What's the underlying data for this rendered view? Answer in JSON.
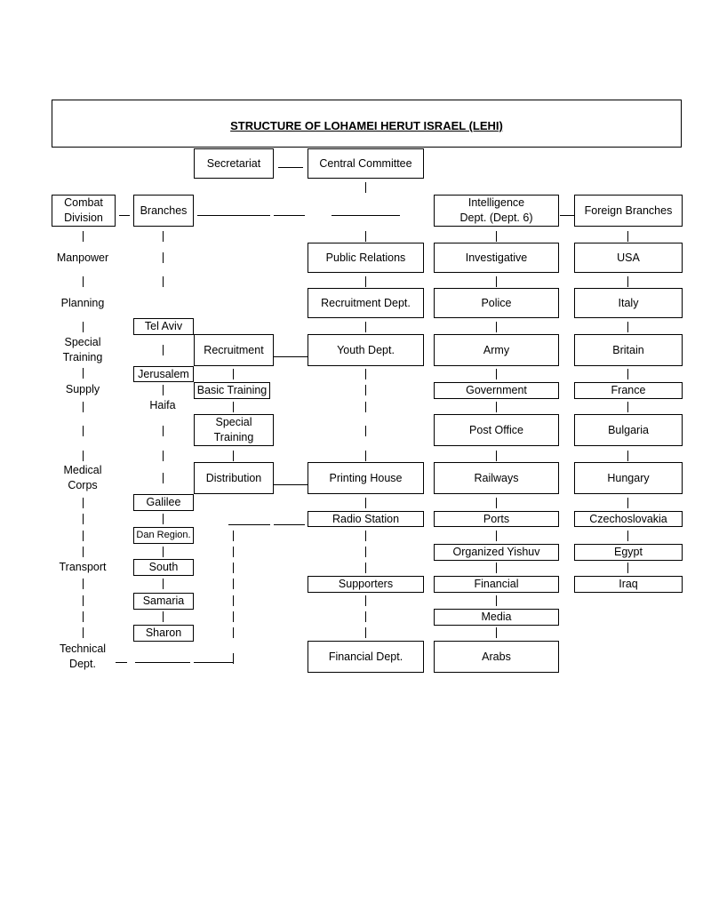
{
  "title": "STRUCTURE OF LOHAMEI HERUT ISRAEL (LEHI)",
  "top": {
    "secretariat": "Secretariat",
    "central_committee": "Central Committee"
  },
  "combat": {
    "header": "Combat Division",
    "items": [
      "Manpower",
      "Planning",
      "Special Training",
      "Supply",
      "Medical Corps",
      "Transport",
      "Technical Dept."
    ]
  },
  "branches": {
    "header": "Branches",
    "items": [
      "Tel Aviv",
      "Jerusalem",
      "Haifa",
      "Galilee",
      "Dan Region.",
      "South",
      "Samaria",
      "Sharon"
    ]
  },
  "recruitment": {
    "header": "Recruitment",
    "items": [
      "Basic Training",
      "Special Training",
      "Distribution"
    ]
  },
  "central": {
    "items": [
      "Public Relations",
      "Recruitment Dept.",
      "Youth Dept.",
      "Printing House",
      "Radio Station",
      "Supporters",
      "Financial Dept."
    ]
  },
  "intelligence": {
    "header": "Intelligence Dept. (Dept. 6)",
    "items": [
      "Investigative",
      "Police",
      "Army",
      "Government",
      "Post Office",
      "Railways",
      "Ports",
      "Organized Yishuv",
      "Financial",
      "Media",
      "Arabs"
    ]
  },
  "foreign": {
    "header": "Foreign Branches",
    "items": [
      "USA",
      "Italy",
      "Britain",
      "France",
      "Bulgaria",
      "Hungary",
      "Czechoslovakia",
      "Egypt",
      "Iraq"
    ]
  }
}
